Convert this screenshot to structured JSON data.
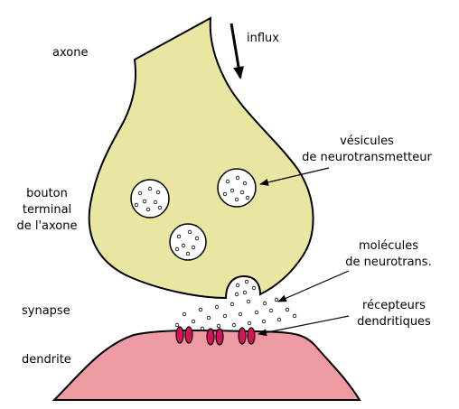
{
  "labels": {
    "axone": "axone",
    "influx": "influx",
    "vesicules_1": "vésicules",
    "vesicules_2": "de neurotransmetteur",
    "bouton_1": "bouton",
    "bouton_2": "terminal",
    "bouton_3": "de l'axone",
    "molecules_1": "molécules",
    "molecules_2": "de neurotrans.",
    "synapse": "synapse",
    "recepteurs_1": "récepteurs",
    "recepteurs_2": "dendritiques",
    "dendrite": "dendrite"
  },
  "colors": {
    "axon_fill": "#e8e6a0",
    "dendrite_fill": "#ee9aa5",
    "receptor_fill": "#d9115a",
    "vesicle_fill": "#ffffff",
    "outline": "#000000"
  }
}
